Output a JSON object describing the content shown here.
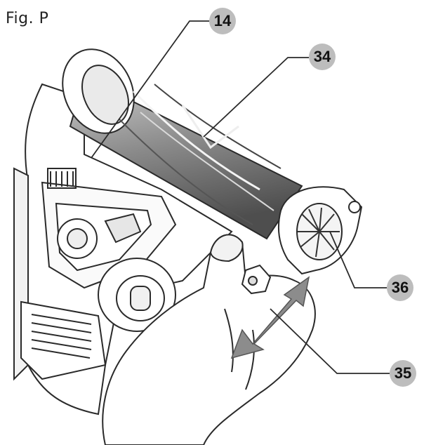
{
  "figure_label": "Fig. P",
  "callouts": [
    {
      "id": "c14",
      "label": "14"
    },
    {
      "id": "c34",
      "label": "34"
    },
    {
      "id": "c36",
      "label": "36"
    },
    {
      "id": "c35",
      "label": "35"
    }
  ],
  "colors": {
    "line": "#2a2a2a",
    "callout_bg": "#bdbdbd",
    "arrow": "#8c8c8c",
    "brush_dark": "#6a6a6a"
  }
}
